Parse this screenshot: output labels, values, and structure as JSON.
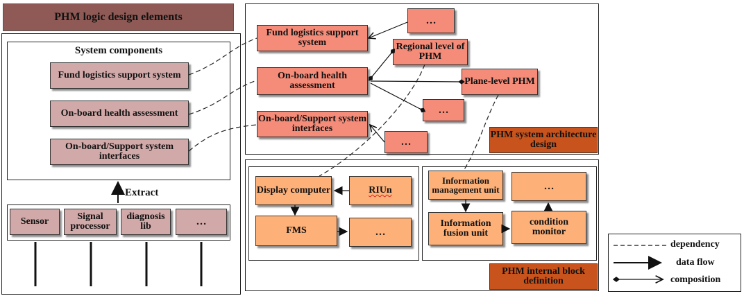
{
  "header": {
    "title": "PHM logic design elements"
  },
  "system_components": {
    "title": "System components",
    "items": [
      "Fund logistics support system",
      "On-board health assessment",
      "On-board/Support system interfaces"
    ]
  },
  "extract_label": "Extract",
  "bottom_items": [
    "Sensor",
    "Signal processor",
    "diagnosis lib",
    "…"
  ],
  "architecture": {
    "fund_logistics": "Fund logistics support system",
    "onboard_health": "On-board health assessment",
    "onboard_support": "On-board/Support system interfaces",
    "regional": "Regional level of PHM",
    "plane": "Plane-level PHM",
    "ellipsis_top": "…",
    "ellipsis_mid": "…",
    "ellipsis_low": "…",
    "tag": "PHM system architecture design"
  },
  "internal": {
    "display": "Display computer",
    "riun": "RIUn",
    "fms": "FMS",
    "ellipsis_left": "…",
    "info_mgmt": "Information management unit",
    "ellipsis_right": "…",
    "info_fusion": "Information fusion unit",
    "condition": "condition monitor",
    "tag": "PHM internal block definition"
  },
  "legend": {
    "dependency": "dependency",
    "data_flow": "data flow",
    "composition": "composition"
  },
  "colors": {
    "mauve": "#d2a9a9",
    "salmon": "#f58c79",
    "orange": "#fdb078",
    "dark_orange": "#c9531c",
    "maroon": "#8f5a55"
  }
}
